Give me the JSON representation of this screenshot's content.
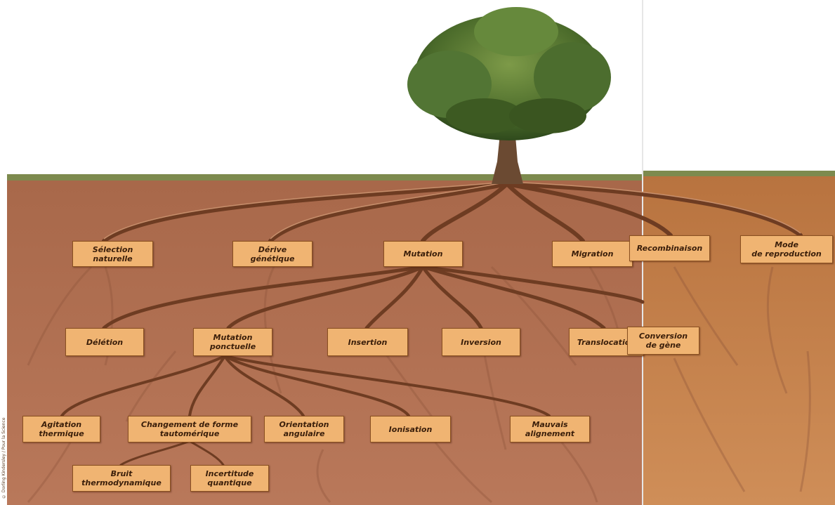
{
  "credit": "© Dorling Kindersley / Pour la Science",
  "labels": {
    "selection": [
      "Sélection",
      "naturelle"
    ],
    "derive": [
      "Dérive",
      "génétique"
    ],
    "mutation": [
      "Mutation"
    ],
    "migration": [
      "Migration"
    ],
    "recombinaison": [
      "Recombinaison"
    ],
    "mode": [
      "Mode",
      "de reproduction"
    ],
    "deletion": [
      "Délétion"
    ],
    "ponctuelle": [
      "Mutation",
      "ponctuelle"
    ],
    "insertion": [
      "Insertion"
    ],
    "inversion": [
      "Inversion"
    ],
    "translocation": [
      "Translocation"
    ],
    "conversion": [
      "Conversion",
      "de gène"
    ],
    "agitation": [
      "Agitation",
      "thermique"
    ],
    "changement": [
      "Changement de forme",
      "tautomérique"
    ],
    "orientation": [
      "Orientation",
      "angulaire"
    ],
    "ionisation": [
      "Ionisation"
    ],
    "mauvais": [
      "Mauvais",
      "alignement"
    ],
    "bruit": [
      "Bruit",
      "thermodynamique"
    ],
    "incertitude": [
      "Incertitude",
      "quantique"
    ]
  },
  "colors": {
    "soil": "#b57553",
    "soil_right": "#c7844f",
    "root": "#6e3c22",
    "label_fill": "#f0b472",
    "grass": "#7d8a4e",
    "foliage": "#4a6a2a"
  }
}
